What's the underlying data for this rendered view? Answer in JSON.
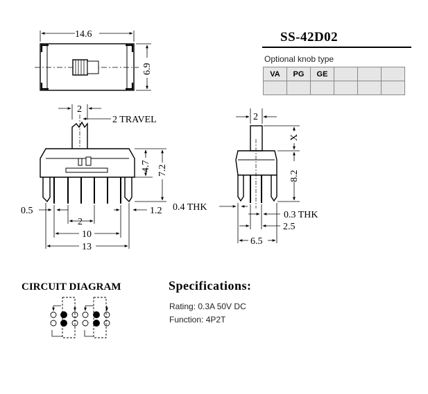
{
  "part_number": "SS-42D02",
  "optional_knob": {
    "title": "Optional knob type",
    "cells": [
      "VA",
      "PG",
      "GE",
      "",
      "",
      ""
    ],
    "second_row": [
      "",
      "",
      "",
      "",
      "",
      ""
    ]
  },
  "top_view": {
    "width_label": "14.6",
    "height_label": "6.9"
  },
  "front_view": {
    "pitch_label": "2",
    "travel_label": "2 TRAVEL",
    "height_upper_label": "4.7",
    "height_total_label": "7.2",
    "pin_width_label": "0.5",
    "pin_offset_label": "1.2",
    "pin_pitch_label": "2",
    "pin_span_label": "10",
    "total_span_label": "13"
  },
  "side_view": {
    "actuator_label": "2",
    "x_label": "X",
    "height_label": "8.2",
    "thk_left_label": "0.4  THK",
    "thk_right_label": "0.3  THK",
    "pin_span_label": "2.5",
    "width_label": "6.5"
  },
  "circuit": {
    "title": "CIRCUIT DIAGRAM"
  },
  "specifications": {
    "title": "Specifications:",
    "rating": "Rating: 0.3A 50V DC",
    "function": "Function: 4P2T"
  }
}
